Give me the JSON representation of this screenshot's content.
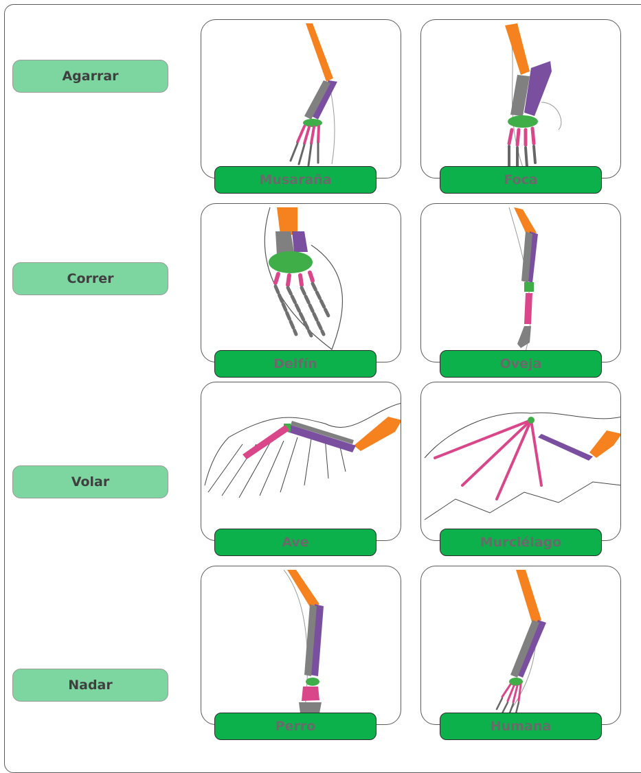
{
  "verbs": [
    "Agarrar",
    "Correr",
    "Volar",
    "Nadar"
  ],
  "animals": [
    "Musaraña",
    "Foca",
    "Delfín",
    "Oveja",
    "Ave",
    "Murciélago",
    "Perro",
    "Humana"
  ],
  "colors": {
    "verb_fill": "#7dd6a0",
    "label_fill": "#0db14b",
    "humerus": "#f5821f",
    "radius": "#7b4fa0",
    "ulna": "#808080",
    "carpals": "#3fae49",
    "phalanges": "#d9478a"
  }
}
